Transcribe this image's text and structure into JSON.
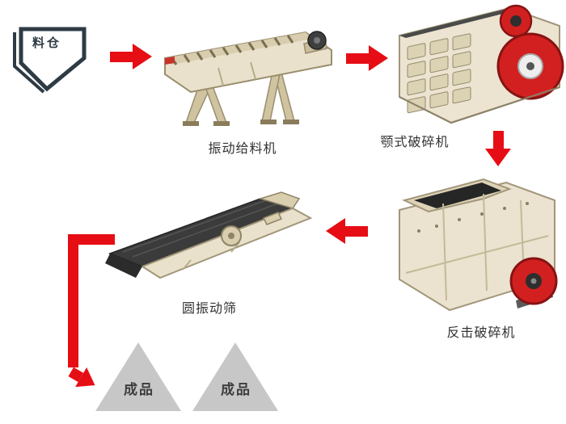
{
  "diagram": {
    "title_hint": "stone crushing production line flow",
    "nodes": {
      "hopper": {
        "label": "料仓"
      },
      "feeder": {
        "label": "振动给料机"
      },
      "jaw_crusher": {
        "label": "颚式破碎机"
      },
      "impact_crusher": {
        "label": "反击破碎机"
      },
      "vibrating_screen": {
        "label": "圆振动筛"
      },
      "product_left": {
        "label": "成品"
      },
      "product_right": {
        "label": "成品"
      }
    },
    "colors": {
      "arrow_red": "#e60d15",
      "flywheel_red": "#d22020",
      "machine_body_beige": "#ebe3d0",
      "screen_deck_dark": "#3b3b3b",
      "hopper_outline": "#2e3b44",
      "product_triangle_gray": "#c7c7c7",
      "label_text": "#333333"
    },
    "flow": [
      "hopper -> feeder",
      "feeder -> jaw_crusher",
      "jaw_crusher -> impact_crusher",
      "impact_crusher -> vibrating_screen",
      "vibrating_screen -> products"
    ]
  }
}
